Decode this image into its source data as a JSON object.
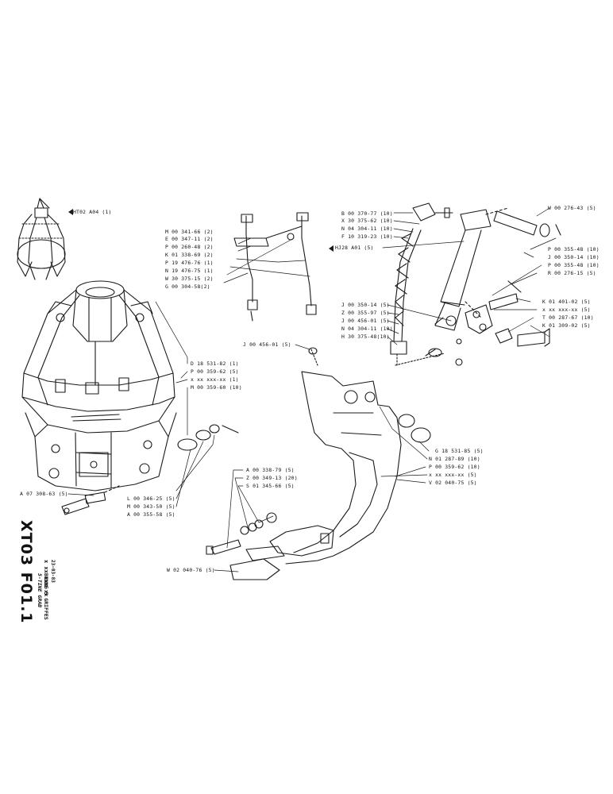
{
  "sheet": {
    "code": "XT03 F01.1",
    "reference": "x xx xxx-xx",
    "date": "23-03-83",
    "title_fr": "BENNE 5 GRIFFES",
    "title_en": "5-TINE GRAB"
  },
  "labels": {
    "ht02": "HT02 A04 (1)",
    "m_341_66": "M 00 341-66 (2)",
    "e_347_11": "E 00 347-11 (2)",
    "p_260_48": "P 00 260-48 (2)",
    "k_338_69": "K 01 338-69 (2)",
    "p_476_76": "P 19 476-76 (1)",
    "n_476_75": "N 19 476-75 (1)",
    "w_375_15": "W 30 375-15 (2)",
    "g_304_58": "G 00 304-58(2)",
    "b_370_77": "B 00 370-77 (10)",
    "x_375_62": "X 30 375-62 (10)",
    "n_304_11a": "N 04 304-11 (10)",
    "f_319_23": "F 10 319-23 (10)",
    "hj28": "HJ28 A01  (5)",
    "w_276_43": "W 00 276-43 (5)",
    "p_355_48a": "P 00 355-48 (10)",
    "j_350_14a": "J 00 350-14 (10)",
    "p_355_48b": "P 00 355-48 (10)",
    "r_276_15": "R 00 276-15 (5)",
    "k_401_02": "K 01 401-02 (5)",
    "xx_5a": "x xx xxx-xx (5)",
    "t_287_67": "T 00 287-67 (10)",
    "k_309_02": "K 01 309-02 (5)",
    "j_350_14b": "J 00 350-14 (5)",
    "z_355_97": "Z 00 355-97 (5)",
    "j_456_01a": "J 00 456-01 (5)",
    "n_304_11b": "N 04 304-11 (10)",
    "h_375_48": "H 30 375-48(10)",
    "j_456_01b": "J 00 456-01 (5)",
    "d_531_82": "D 18 531-82 (1)",
    "p_359_62a": "P 00 359-62 (5)",
    "xx_1": "x xx xxx-xx (1)",
    "m_359_60": "M 00 359-60 (10)",
    "g_531_85": "G 18 531-85 (5)",
    "n_287_89": "N 01 287-89 (10)",
    "p_359_62b": "P 00 359-62 (10)",
    "xx_5b": "x xx xxx-xx (5)",
    "v_040_75": "V 02 040-75 (5)",
    "a_338_79": "A 00 338-79 (5)",
    "z_349_13": "Z 00 349-13 (20)",
    "s_345_66": "S 01 345-66 (5)",
    "a_308_63": "A 07 308-63 (5)",
    "l_346_25": "L 00 346-25 (5)",
    "m_343_50": "M 00 343-50 (5)",
    "a_355_58": "A 00 355-58 (5)",
    "w_040_76": "W 02 040-76 (5)"
  }
}
